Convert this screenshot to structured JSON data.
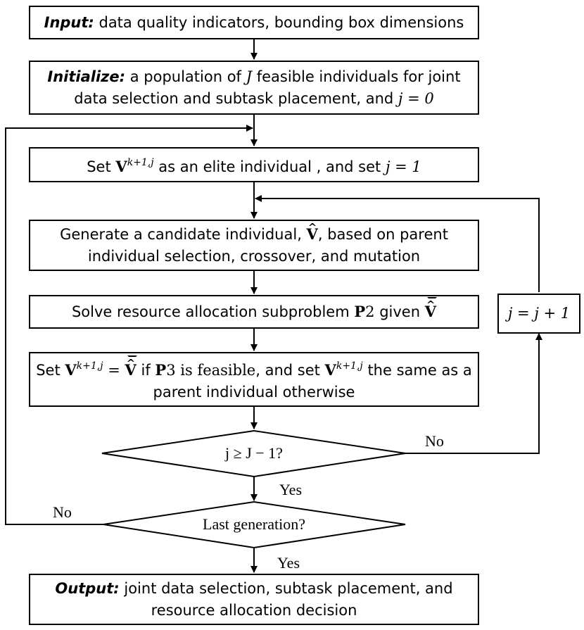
{
  "boxes": {
    "input": {
      "label": "Input:",
      "text": " data quality indicators, bounding box dimensions"
    },
    "initialize": {
      "label": "Initialize:",
      "text_a": " a population of ",
      "var_J": "J",
      "text_b": " feasible individuals for joint data selection and subtask placement, and ",
      "eq": "j = 0"
    },
    "elite": {
      "text_a": "Set ",
      "var_V": "V",
      "sup": "k+1,j",
      "text_b": " as an elite individual , and set ",
      "eq": "j = 1"
    },
    "generate": {
      "text_a": "Generate a candidate individual, ",
      "var_V": "V",
      "text_b": ", based on parent individual selection, crossover, and mutation"
    },
    "solve": {
      "text_a": "Solve resource allocation subproblem ",
      "var_P": "P",
      "num": "2",
      "text_b": " given ",
      "var_V": "V"
    },
    "setv": {
      "text_a": "Set ",
      "var_V": "V",
      "sup": "k+1,j",
      "eq": " = ",
      "var_Vhat": "V",
      "text_b": " if ",
      "var_P": "P",
      "num": "3",
      "text_c": " is feasible",
      "text_d": ", and set ",
      "var_V2": "V",
      "sup2": "k+1,j",
      "text_e": " the same as a parent individual otherwise"
    },
    "increment": {
      "eq": "j = j + 1"
    },
    "output": {
      "label": "Output:",
      "text": " joint data selection, subtask placement, and resource allocation decision"
    }
  },
  "decisions": {
    "check_j": {
      "text": "j ≥ J − 1?"
    },
    "last_gen": {
      "text": "Last generation?"
    }
  },
  "edges": {
    "no_1": "No",
    "yes_1": "Yes",
    "no_2": "No",
    "yes_2": "Yes"
  }
}
